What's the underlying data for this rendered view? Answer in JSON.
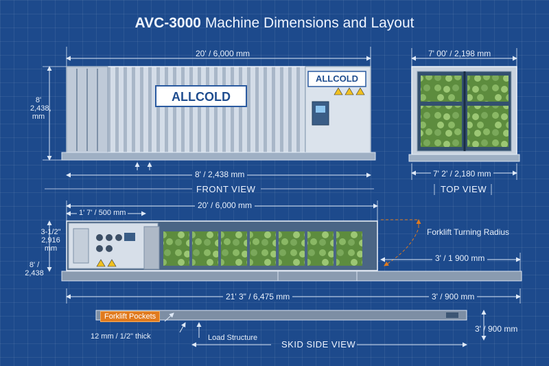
{
  "title_bold": "AVC-3000",
  "title_rest": " Machine Dimensions and Layout",
  "brand": "ALLCOLD",
  "front_view": {
    "label": "FRONT VIEW",
    "top_length": "20' / 6,000 mm",
    "height": "8'\n2,438,\nmm",
    "bottom_length": "8' / 2,438 mm"
  },
  "top_view": {
    "label": "TOP VIEW",
    "top_width": "7' 00' / 2,198 mm",
    "bottom_width": "7' 2' / 2,180 mm"
  },
  "skid_view": {
    "label": "SKID SIDE VIEW",
    "section_length": "1' 7' / 500 mm",
    "overall_length": "20' / 6,000 mm",
    "inner_height": "3-1/2\"\n2,916\nmm",
    "outer_height": "8' /\n2,438",
    "turning_radius": "Forklift Turning Radius",
    "turn_dim": "3' / 1 900 mm",
    "skid_length": "21' 3\" / 6,475 mm",
    "skid_ext": "3' / 900 mm",
    "forklift_pockets": "Forklift Pockets",
    "thickness": "12 mm / 1/2\" thick",
    "load_structure": "Load Structure",
    "side_dim": "3' / 900 mm"
  },
  "colors": {
    "background": "#1d4a8c",
    "line": "#dfe9f7",
    "accent": "#e07a1e",
    "container": "#c9d3df",
    "cargo": "#6f9a4e"
  }
}
